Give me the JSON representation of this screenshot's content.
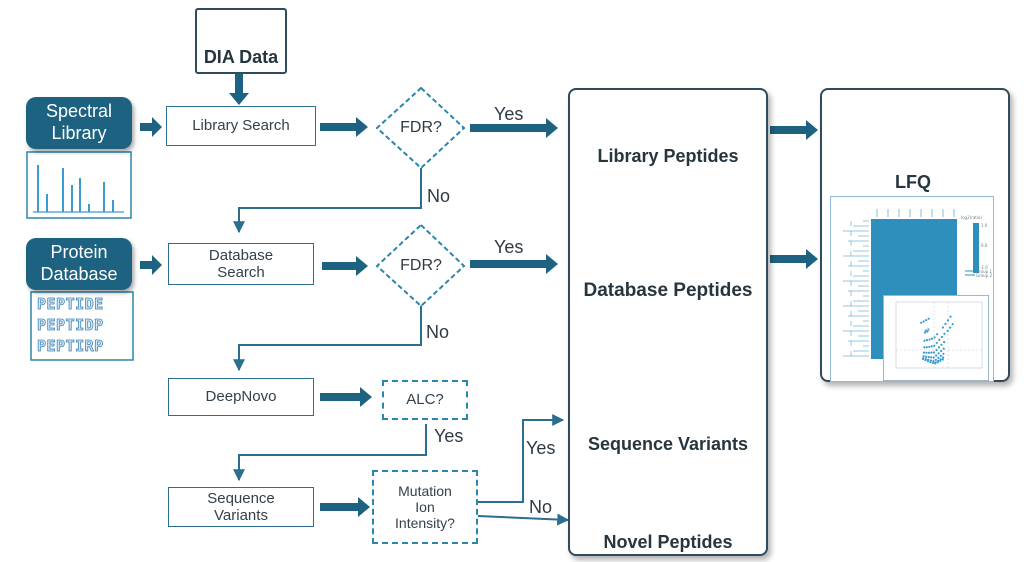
{
  "inputs": {
    "dia_data": "DIA Data",
    "spectral_library": "Spectral\nLibrary",
    "protein_database": "Protein\nDatabase"
  },
  "steps": {
    "library_search": "Library Search",
    "database_search": "Database\nSearch",
    "deepnovo": "DeepNovo",
    "sequence_variants": "Sequence\nVariants"
  },
  "decisions": {
    "fdr_1": "FDR?",
    "fdr_2": "FDR?",
    "alc": "ALC?",
    "mutation": "Mutation\nIon\nIntensity?"
  },
  "edge_labels": {
    "yes_1": "Yes",
    "no_1": "No",
    "yes_2": "Yes",
    "no_2": "No",
    "yes_3": "Yes",
    "yes_4": "Yes",
    "no_4": "No"
  },
  "outputs": {
    "library_peptides": "Library Peptides",
    "database_peptides": "Database Peptides",
    "sequence_variants": "Sequence Variants",
    "novel_peptides": "Novel Peptides"
  },
  "lfq": {
    "title": "LFQ",
    "legend_title": "log2(ratio)",
    "legend_ticks": [
      "1.0",
      "0.0",
      "-1.0"
    ],
    "legend_groups": [
      "Group 1",
      "Group 2"
    ]
  },
  "protein_sequences": [
    "PEPTIDE",
    "PEPTIDP",
    "PEPTIRP"
  ],
  "colors": {
    "primary": "#1d6280",
    "accent": "#2b86ad",
    "heatmap": "#2e8fbd",
    "text": "#2f3a44"
  }
}
